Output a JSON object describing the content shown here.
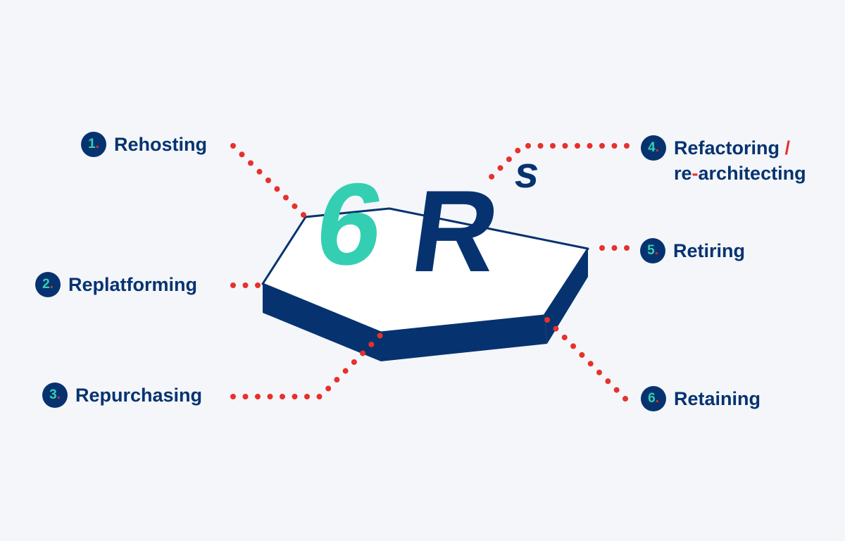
{
  "title": {
    "number": "6",
    "letter": "R",
    "suffix": "s"
  },
  "colors": {
    "navy": "#06336f",
    "teal": "#34cfb3",
    "red": "#e8302c",
    "background": "#f4f6fa"
  },
  "items": [
    {
      "num": "1",
      "label": "Rehosting"
    },
    {
      "num": "2",
      "label": "Replatforming"
    },
    {
      "num": "3",
      "label": "Repurchasing"
    },
    {
      "num": "4",
      "label_a": "Refactoring",
      "sep_a": "/",
      "label_b1": "re",
      "sep_b": "-",
      "label_b2": "architecting"
    },
    {
      "num": "5",
      "label": "Retiring"
    },
    {
      "num": "6",
      "label": "Retaining"
    }
  ]
}
